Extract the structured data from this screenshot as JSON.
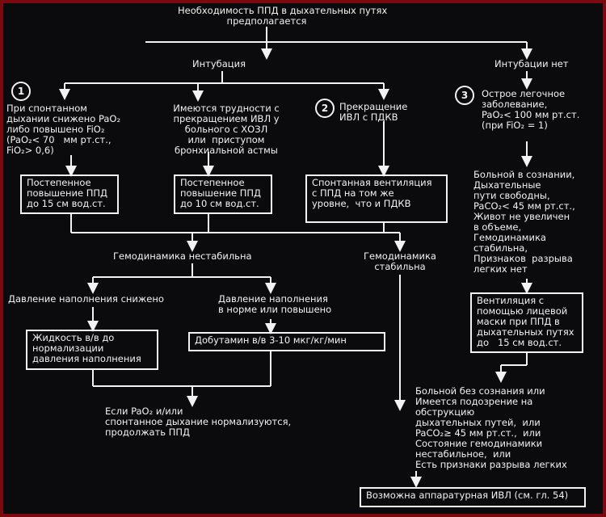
{
  "title": "Необходимость ППД в дыхательных путях\nпредполагается",
  "intubation_label": "Интубация",
  "no_intubation_label": "Интубации нет",
  "markers": [
    "1",
    "2",
    "3"
  ],
  "condition_1": "При спонтанном\nдыхании снижено PaO₂\nлибо повышено FiO₂\n(PaO₂< 70   мм рт.ст.,\nFiO₂> 0,6)",
  "condition_copd": "Имеются трудности с\nпрекращением ИВЛ у\nбольного с ХОЗЛ\nили  приступом\nбронхиальной астмы",
  "condition_2": "Прекращение\nИВЛ с ПДКВ",
  "condition_3": "Острое легочное\nзаболевание,\nPaO₂< 100 мм рт.ст.\n(при FiO₂ = 1)",
  "box_ppd_15": "Постепенное\nповышение ППД\nдо 15 см вод.ст.",
  "box_ppd_10": "Постепенное\nповышение ППД\nдо 10 см вод.ст.",
  "box_spont": "Спонтанная вентиляция\nс ППД на том же\nуровне,  что и ПДКВ",
  "hemo_unstable": "Гемодинамика нестабильна",
  "hemo_stable": "Гемодинамика\nстабильна",
  "pressure_low": "Давление наполнения снижено",
  "pressure_normal": "Давление наполнения\nв норме или повышено",
  "box_fluids": "Жидкость в/в до\nнормализации\nдавления наполнения",
  "box_dobutamine": "Добутамин в/в 3-10 мкг/кг/мин",
  "continue_ppd": "Если PaO₂ и/или\nспонтанное дыхание нормализуются,\nпродолжать ППД",
  "conscious_criteria": "Больной в сознании,\nДыхательные\nпути свободны,\nPaCO₂< 45 мм рт.ст.,\nЖивот не увеличен\nв объеме,\nГемодинамика\nстабильна,\nПризнаков  разрыва\nлегких нет",
  "box_mask": "Вентиляция с\nпомощью лицевой\nмаски при ППД в\nдыхательных путях\nдо   15 см вод.ст.",
  "unconscious_criteria": "Больной без сознания или\nИмеется подозрение на\nобструкцию\nдыхательных путей,  или\nPaCO₂≥ 45 мм рт.ст.,  или\nСостояние гемодинамики\nнестабильное,  или\nЕсть признаки разрыва легких",
  "box_mechanical": "Возможна аппаратурная ИВЛ (см. гл. 54)"
}
